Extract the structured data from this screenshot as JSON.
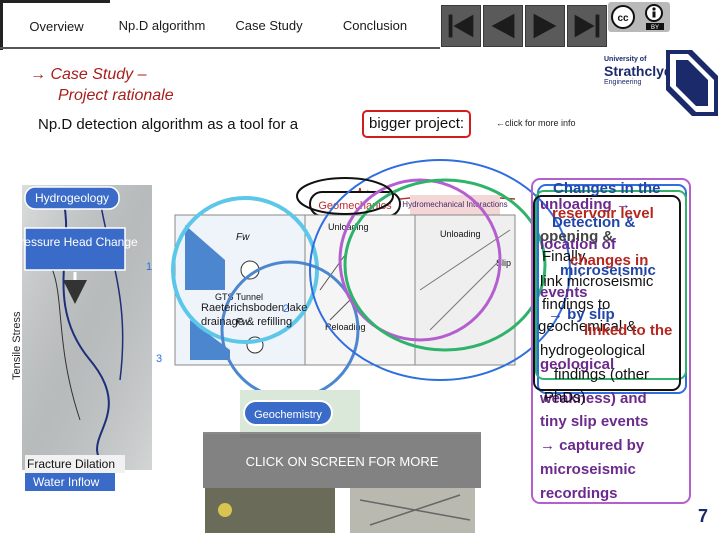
{
  "nav": {
    "tabs": [
      {
        "label": "Overview"
      },
      {
        "label": "Np.D algorithm"
      },
      {
        "label": "Case Study"
      },
      {
        "label": "Conclusion"
      }
    ],
    "buttons": [
      "first-slide",
      "previous-slide",
      "next-slide",
      "last-slide"
    ]
  },
  "heading": {
    "line1": "→ Case Study –",
    "line2": "Project rationale"
  },
  "subtitle": {
    "text": "Np.D detection algorithm as a tool for a",
    "highlight": "bigger project:",
    "click_info": "←click for more info"
  },
  "figure": {
    "lake_label": "Raeterichsboden lake drainage & refilling",
    "hydrogeology": "Hydrogeology",
    "pressure_head": "Pressure Head Change",
    "tensile_stress": "Tensile Stress",
    "fracture_dilation": "Fracture Dilation",
    "water_inflow": "Water Inflow",
    "geomechanics": "Geomechanics",
    "hydromechanical": "Hydromechanical Interactions",
    "unloading_top": "Unloading",
    "unloading_right": "Unloading",
    "reloading": "Reloading",
    "slip": "Slip",
    "gts_tunnel": "GTS Tunnel",
    "geochemistry": "Geochemistry",
    "num1": "1",
    "num2": "2",
    "num3": "3",
    "fw1": "Fw",
    "fw2": "Fw"
  },
  "cta": "CLICK ON SCREEN FOR MORE",
  "right_panel": {
    "changes_in_the": "Changes in the",
    "unloading": "unloading →",
    "reservoir_level": "reservoir level",
    "opening_and": "opening &",
    "detection_and": "Detection &",
    "location_of": "location of",
    "finally": "Finally,",
    "changes_in": "changes in",
    "microseismic": "microseismic",
    "link_microseismic": "link microseismic",
    "events": "events",
    "findings_to": "findings to",
    "by_slip": "→ by slip",
    "geochemical": "geochemical &",
    "linked": "linked to the",
    "hydrogeological": "hydrogeological",
    "geological": "geological",
    "findings_other": "findings (other",
    "weakness": "weakness) and",
    "phds": "PhDs)",
    "tiny_slip": "tiny slip events",
    "captured_by": "→ captured by",
    "microseismic2": "microseismic",
    "recordings": "recordings"
  },
  "licence": {
    "cc": "cc",
    "by": "BY"
  },
  "university": {
    "line1": "University of",
    "line2": "Strathclyde",
    "line3": "Engineering"
  },
  "page_number": "7",
  "colors": {
    "heading": "#a81d1d",
    "highlight_border": "#d51c1c",
    "frame_purple": "#b45fd0",
    "frame_blue": "#2f6ee0",
    "frame_green": "#2fb36a",
    "frame_red": "#d51c1c"
  }
}
